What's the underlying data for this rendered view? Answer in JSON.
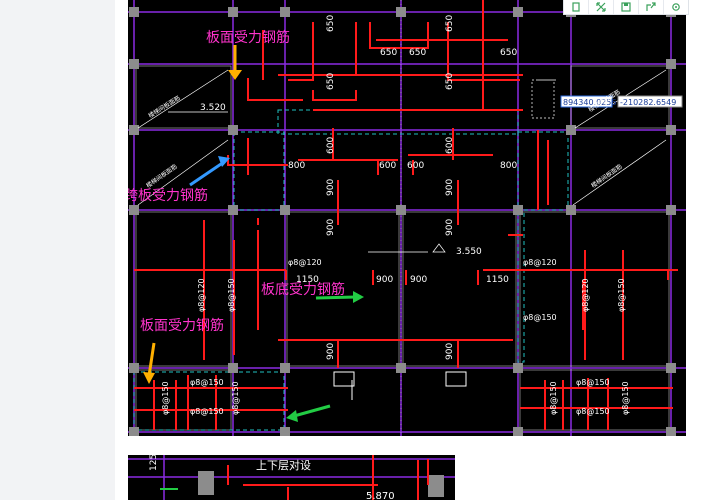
{
  "toolbar": {
    "icons": [
      "fit-page-icon",
      "fullscreen-icon",
      "save-icon",
      "share-icon",
      "settings-icon"
    ]
  },
  "annotations": {
    "top_face_rebar_1": "板面受力钢筋",
    "cross_slab_rebar": "跨板受力钢筋",
    "bottom_rebar": "板底受力钢筋",
    "top_face_rebar_2": "板面受力钢筋"
  },
  "dims": {
    "d650": "650",
    "d800": "800",
    "d600": "600",
    "d900": "900",
    "d1150": "1150"
  },
  "bars": {
    "b8_120": "φ8@120",
    "b8_150": "φ8@150"
  },
  "levels": {
    "l1": "3.520",
    "l2": "3.550",
    "l3": "5.870"
  },
  "coords": {
    "x": "894340.0256",
    "y": "-210282.6549"
  },
  "hatch_note": "楼梯间板面筋",
  "second_header": "上下层对设",
  "second_dim": "125",
  "colors": {
    "background": "#000000",
    "rebar": "#ff1a1a",
    "annotation": "#ff33cc",
    "grid": "#8a2be2",
    "dash": "#1fbfbf",
    "text": "#ffffff"
  }
}
